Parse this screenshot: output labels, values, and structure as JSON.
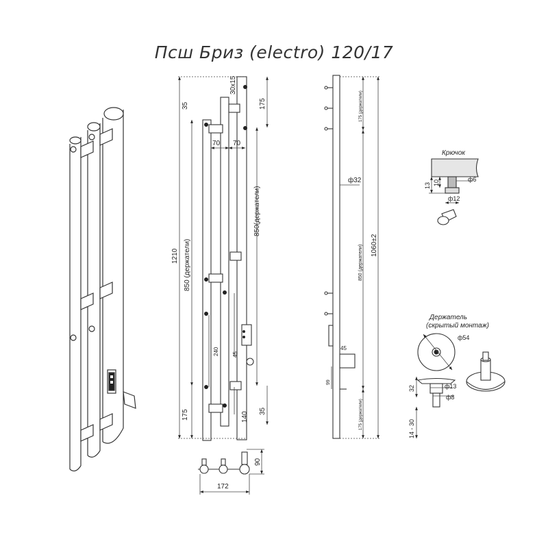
{
  "title": "Псш Бриз (electro) 120/17",
  "front": {
    "dims": {
      "d30x15": "30х15",
      "d35_top": "35",
      "d175_top": "175",
      "d70_left": "70",
      "d70_right": "70",
      "d1210": "1210",
      "d850_left": "850 (держатели)",
      "d850_right": "850(держатели)",
      "d240": "240",
      "d45": "45",
      "d175_bottom": "175",
      "d140": "140",
      "d35_bottom": "35"
    }
  },
  "side": {
    "dims": {
      "d32": "ф32",
      "d175_top": "175 (держатели)",
      "d850": "850 (держатели)",
      "d1060": "1060±2",
      "d45": "45",
      "d99": "99",
      "d175_bottom": "175 (держатели)"
    }
  },
  "top": {
    "dims": {
      "d172": "172",
      "d90": "90"
    }
  },
  "hook": {
    "label": "Крючок",
    "dims": {
      "d13": "13",
      "d10": "10",
      "d6": "ф6",
      "d12": "ф12"
    }
  },
  "holder": {
    "label_line1": "Держатель",
    "label_line2": "(скрытый монтаж)",
    "dims": {
      "d54": "ф54",
      "d32": "32",
      "d13": "ф13",
      "d8": "ф8",
      "d14_30": "14 - 30"
    }
  }
}
